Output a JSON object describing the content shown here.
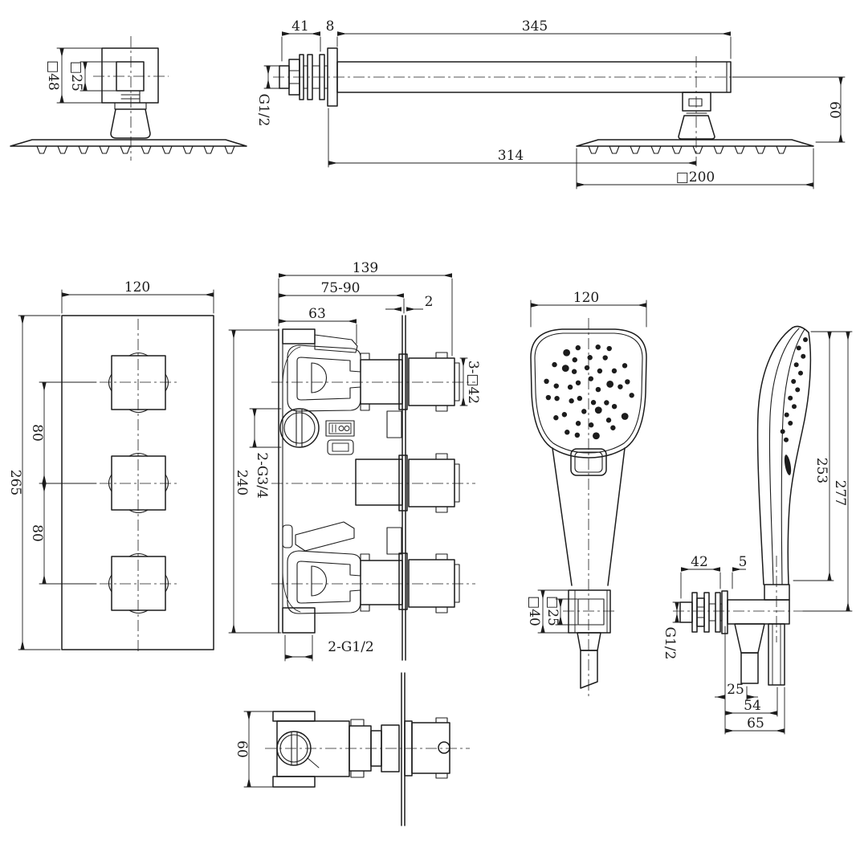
{
  "meta": {
    "background": "#ffffff",
    "line_color": "#1c1c1c"
  },
  "views": {
    "ceiling_head_front": {
      "dims": {
        "flange_square": "□48",
        "neck_square": "□25"
      }
    },
    "arm_assembly_side": {
      "dims": {
        "wall_stub": "41",
        "flange_thickness": "8",
        "arm_length": "345",
        "inlet_thread": "G1/2",
        "head_offset": "314",
        "head_height": "60",
        "head_width": "□200"
      }
    },
    "valve_trim_front": {
      "dims": {
        "plate_width": "120",
        "handle_pitch_upper": "80",
        "handle_pitch_lower": "80",
        "plate_height": "265"
      }
    },
    "valve_body_side": {
      "dims": {
        "total_depth": "139",
        "adjust_depth": "75-90",
        "plate_thickness": "2",
        "body_depth": "63",
        "handles": "3-□42",
        "inlets": "2-G3/4",
        "body_height": "240",
        "outlets": "2-G1/2"
      }
    },
    "hand_shower_front": {
      "dims": {
        "head_width": "120",
        "holder_square": "□40",
        "nut_square": "□25"
      }
    },
    "hand_shower_side": {
      "dims": {
        "handset_length": "253",
        "overall_length": "277",
        "wall_stub": "42",
        "gap": "5",
        "supply_thread": "G1/2",
        "hose_offset": "25",
        "handle_offset": "54",
        "overall_offset": "65"
      }
    },
    "valve_body_top": {
      "dims": {
        "body_height": "60"
      }
    }
  }
}
